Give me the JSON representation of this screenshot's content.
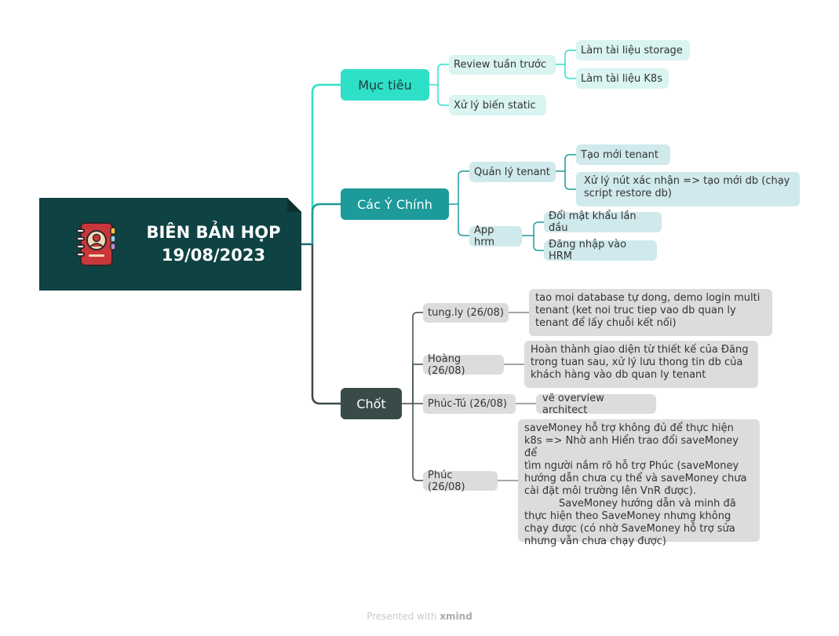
{
  "root": {
    "title_line1": "BIÊN BẢN HỌP",
    "title_line2": "19/08/2023"
  },
  "branches": {
    "muc_tieu": {
      "label": "Mục tiêu",
      "review": {
        "label": "Review tuần trước",
        "children": [
          "Làm tài liệu storage",
          "Làm tài liệu K8s"
        ]
      },
      "xu_ly": "Xử lý biến static"
    },
    "cac_y_chinh": {
      "label": "Các Ý Chính",
      "quan_ly_tenant": {
        "label": "Quản lý tenant",
        "children": [
          "Tạo mới tenant",
          "Xử lý nút xác nhận => tạo mới db (chạy",
          "script restore db)"
        ]
      },
      "app_hrm": {
        "label": "App hrm",
        "children": [
          "Đổi mật khẩu lần đầu",
          "Đăng nhập vào HRM"
        ]
      }
    },
    "chot": {
      "label": "Chốt",
      "items": [
        {
          "label": "tung.ly (26/08)",
          "note": [
            "tao moi database tự dong, demo login multi",
            "tenant  (ket noi truc tiep vao db quan ly",
            "tenant để lấy chuỗi kết nối)"
          ]
        },
        {
          "label": "Hoàng (26/08)",
          "note": [
            "Hoàn thành giao diện từ thiết kế của Đăng",
            "trong tuan sau, xử lý lưu thong tin db của",
            "khách hàng vào db quan ly tenant"
          ]
        },
        {
          "label": "Phúc-Tú (26/08)",
          "note": [
            "vẽ overview architect"
          ]
        },
        {
          "label": "Phúc (26/08)",
          "note": [
            "saveMoney hỗ trợ không đủ để thực hiện",
            "k8s => Nhờ anh Hiển trao đổi saveMoney để",
            "tìm người nắm rõ hỗ trợ Phúc (saveMoney",
            "hướng dẫn chưa cụ thể và saveMoney chưa",
            "cài đặt môi trường lên VnR được).",
            "SaveMoney hướng dẫn và minh đã",
            "thực hiện theo SaveMoney nhưng không",
            "chạy được (có nhờ SaveMoney hỗ trợ sửa",
            "nhưng vẫn chưa chạy được)"
          ]
        }
      ]
    }
  },
  "footer": {
    "prefix": "Presented with",
    "brand": "xmind"
  },
  "colors": {
    "root": "#0f4242",
    "muc_tieu": "#2ee0c8",
    "cac_y_chinh": "#1d9a9a",
    "chot": "#3a4a48"
  }
}
